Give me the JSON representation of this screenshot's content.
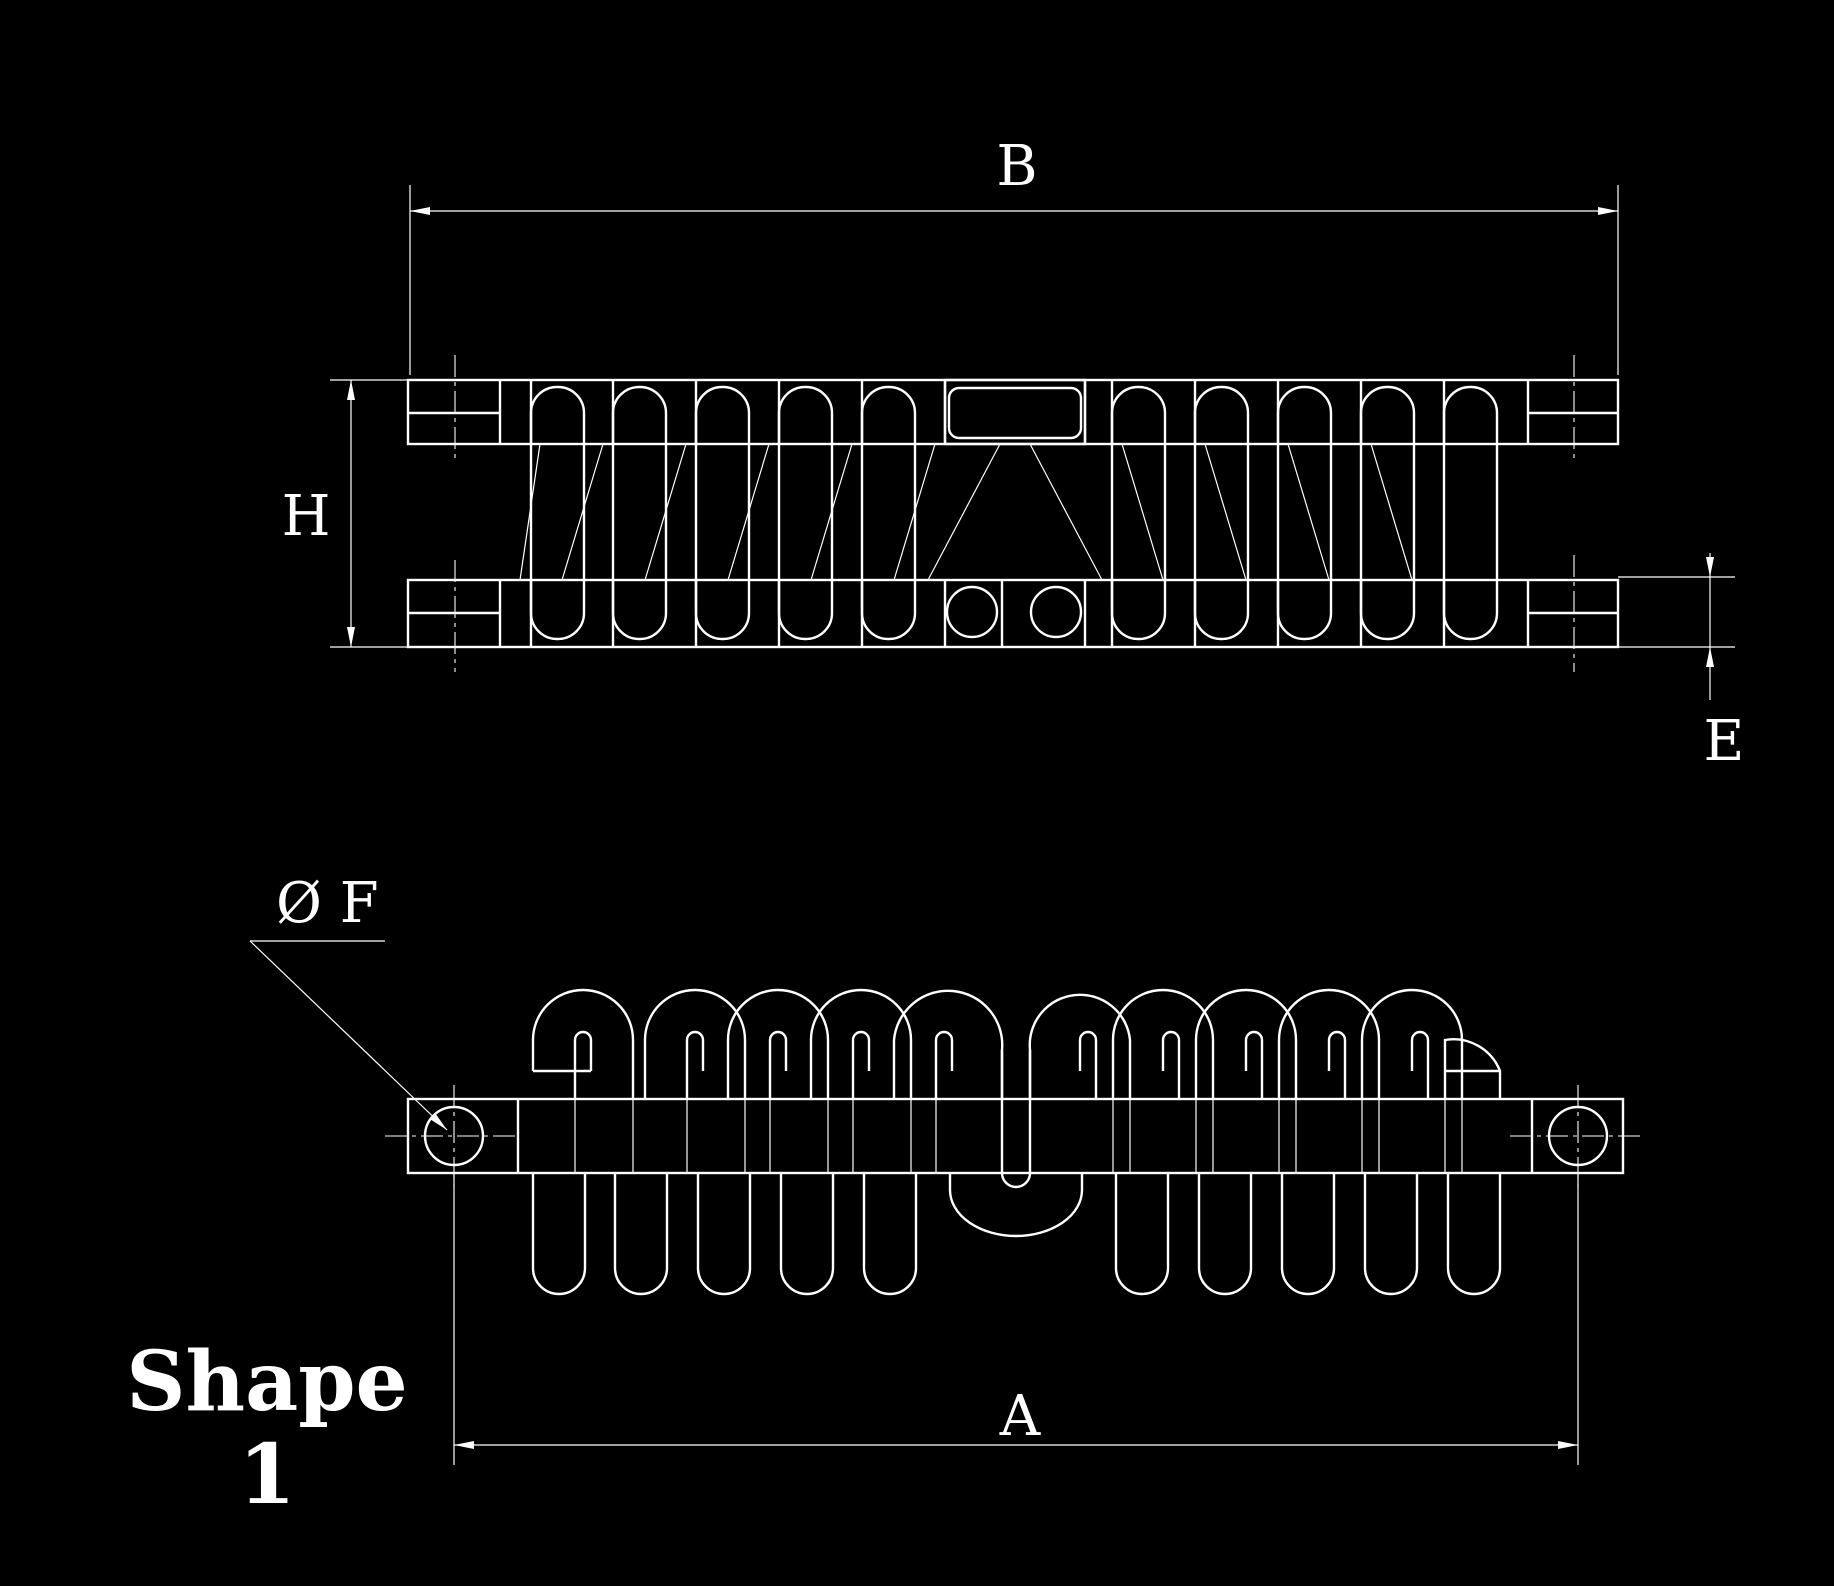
{
  "labels": {
    "dim_b": "B",
    "dim_h": "H",
    "dim_e": "E",
    "dim_f": "Ø F",
    "dim_a": "A",
    "shape_word": "Shape",
    "shape_number": "1"
  }
}
